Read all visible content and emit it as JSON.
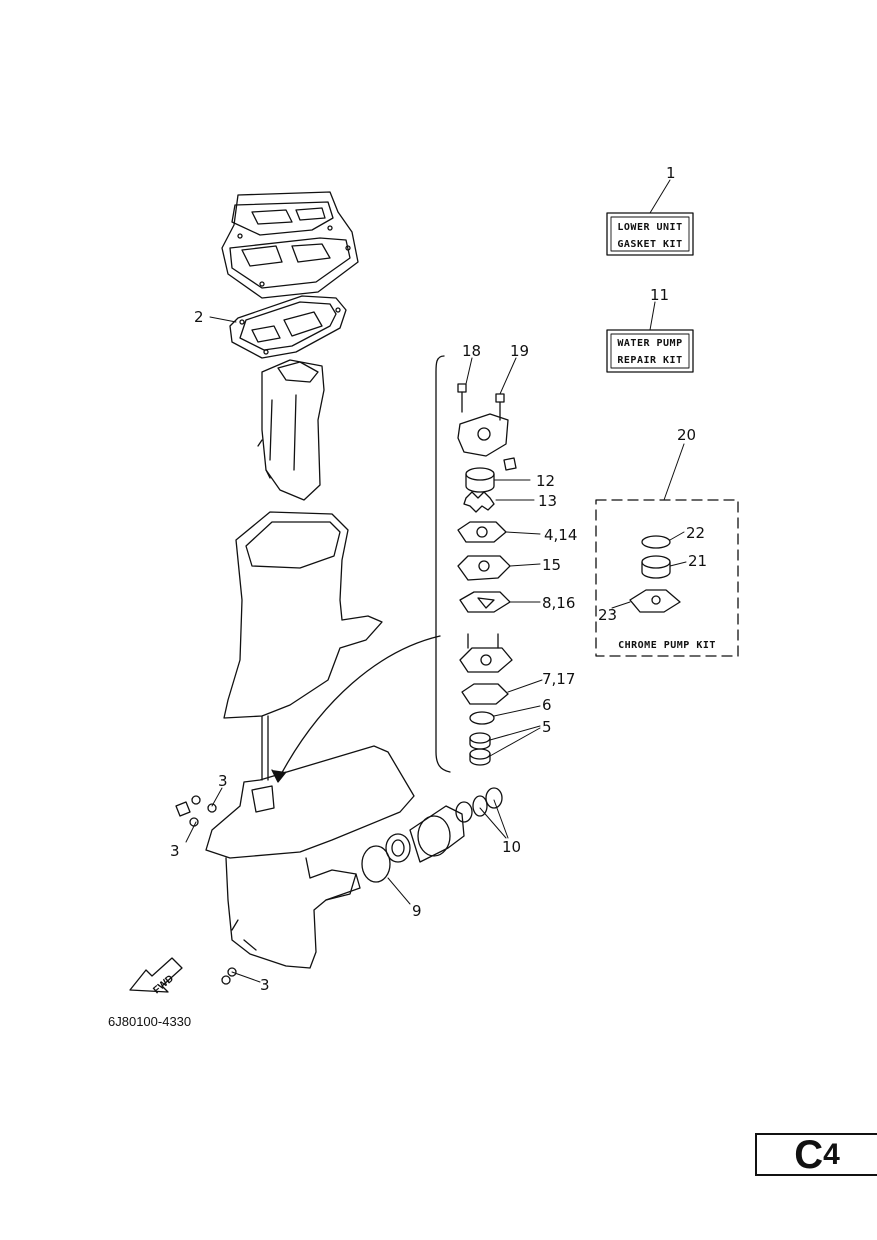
{
  "diagram": {
    "part_number": "6J80100-4330",
    "page_code_letter": "C",
    "page_code_number": "4",
    "fwd_label": "FWD",
    "kits": {
      "lower_unit_gasket": {
        "callout": "1",
        "line1": "LOWER UNIT",
        "line2": "GASKET KIT"
      },
      "water_pump_repair": {
        "callout": "11",
        "line1": "WATER PUMP",
        "line2": "REPAIR KIT"
      },
      "chrome_pump": {
        "callout": "20",
        "label": "CHROME PUMP KIT"
      }
    },
    "callouts": {
      "c2": "2",
      "c3a": "3",
      "c3b": "3",
      "c3c": "3",
      "c4_14": "4,14",
      "c5": "5",
      "c6": "6",
      "c7_17": "7,17",
      "c8_16": "8,16",
      "c9": "9",
      "c10": "10",
      "c12": "12",
      "c13": "13",
      "c15": "15",
      "c18": "18",
      "c19": "19",
      "c21": "21",
      "c22": "22",
      "c23": "23"
    }
  }
}
